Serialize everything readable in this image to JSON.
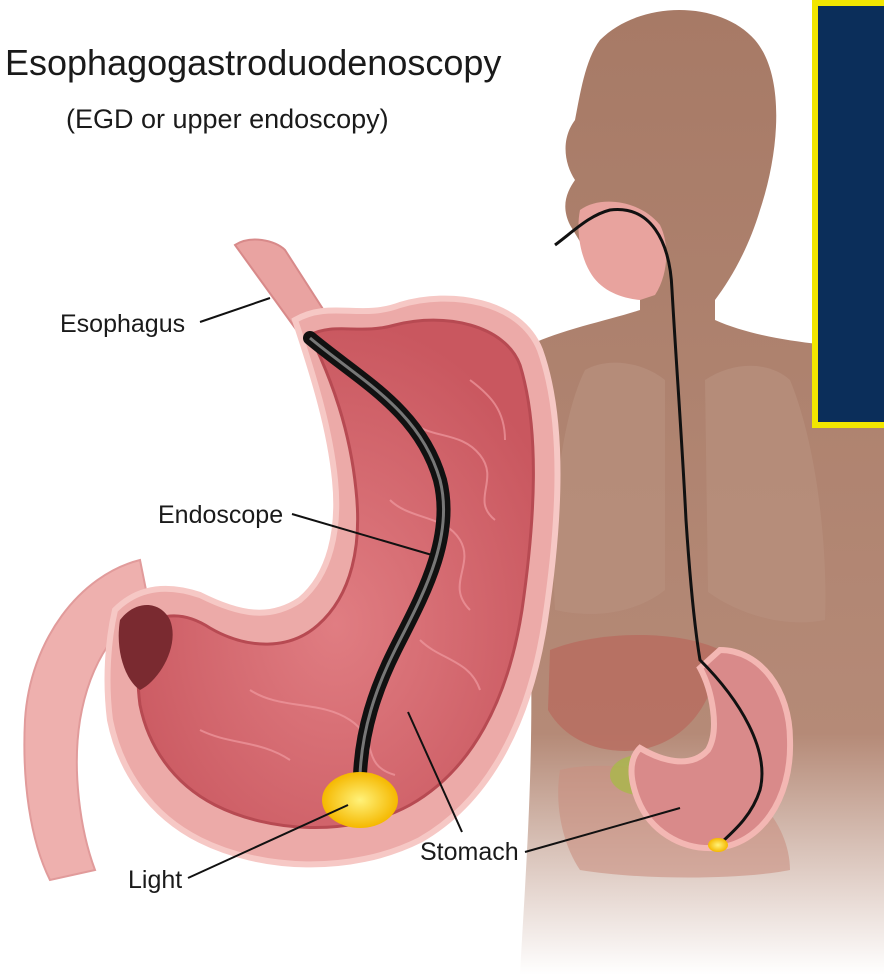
{
  "title": "Esophagogastroduodenoscopy",
  "subtitle": "(EGD or upper endoscopy)",
  "labels": {
    "esophagus": "Esophagus",
    "endoscope": "Endoscope",
    "light": "Light",
    "stomach": "Stomach"
  },
  "colors": {
    "body": "#a77a66",
    "stomach_wall": "#e99a9a",
    "stomach_lining": "#d86f73",
    "endoscope": "#111111",
    "light": "#f5c21a",
    "panel": "#0b2e5a",
    "panel_border": "#f2e600"
  }
}
